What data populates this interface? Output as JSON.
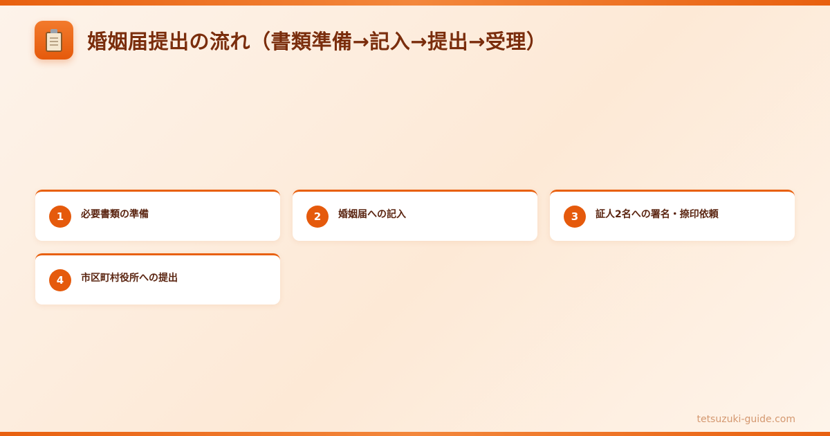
{
  "header": {
    "icon": "clipboard-icon",
    "title": "婚姻届提出の流れ（書類準備→記入→提出→受理）"
  },
  "steps": [
    {
      "number": "1",
      "label": "必要書類の準備"
    },
    {
      "number": "2",
      "label": "婚姻届への記入"
    },
    {
      "number": "3",
      "label": "証人2名への署名・捺印依頼"
    },
    {
      "number": "4",
      "label": "市区町村役所への提出"
    }
  ],
  "footer": {
    "site": "tetsuzuki-guide.com"
  },
  "colors": {
    "accent": "#e8600f",
    "title": "#7a2d0c",
    "background": "#fdf0e2"
  }
}
